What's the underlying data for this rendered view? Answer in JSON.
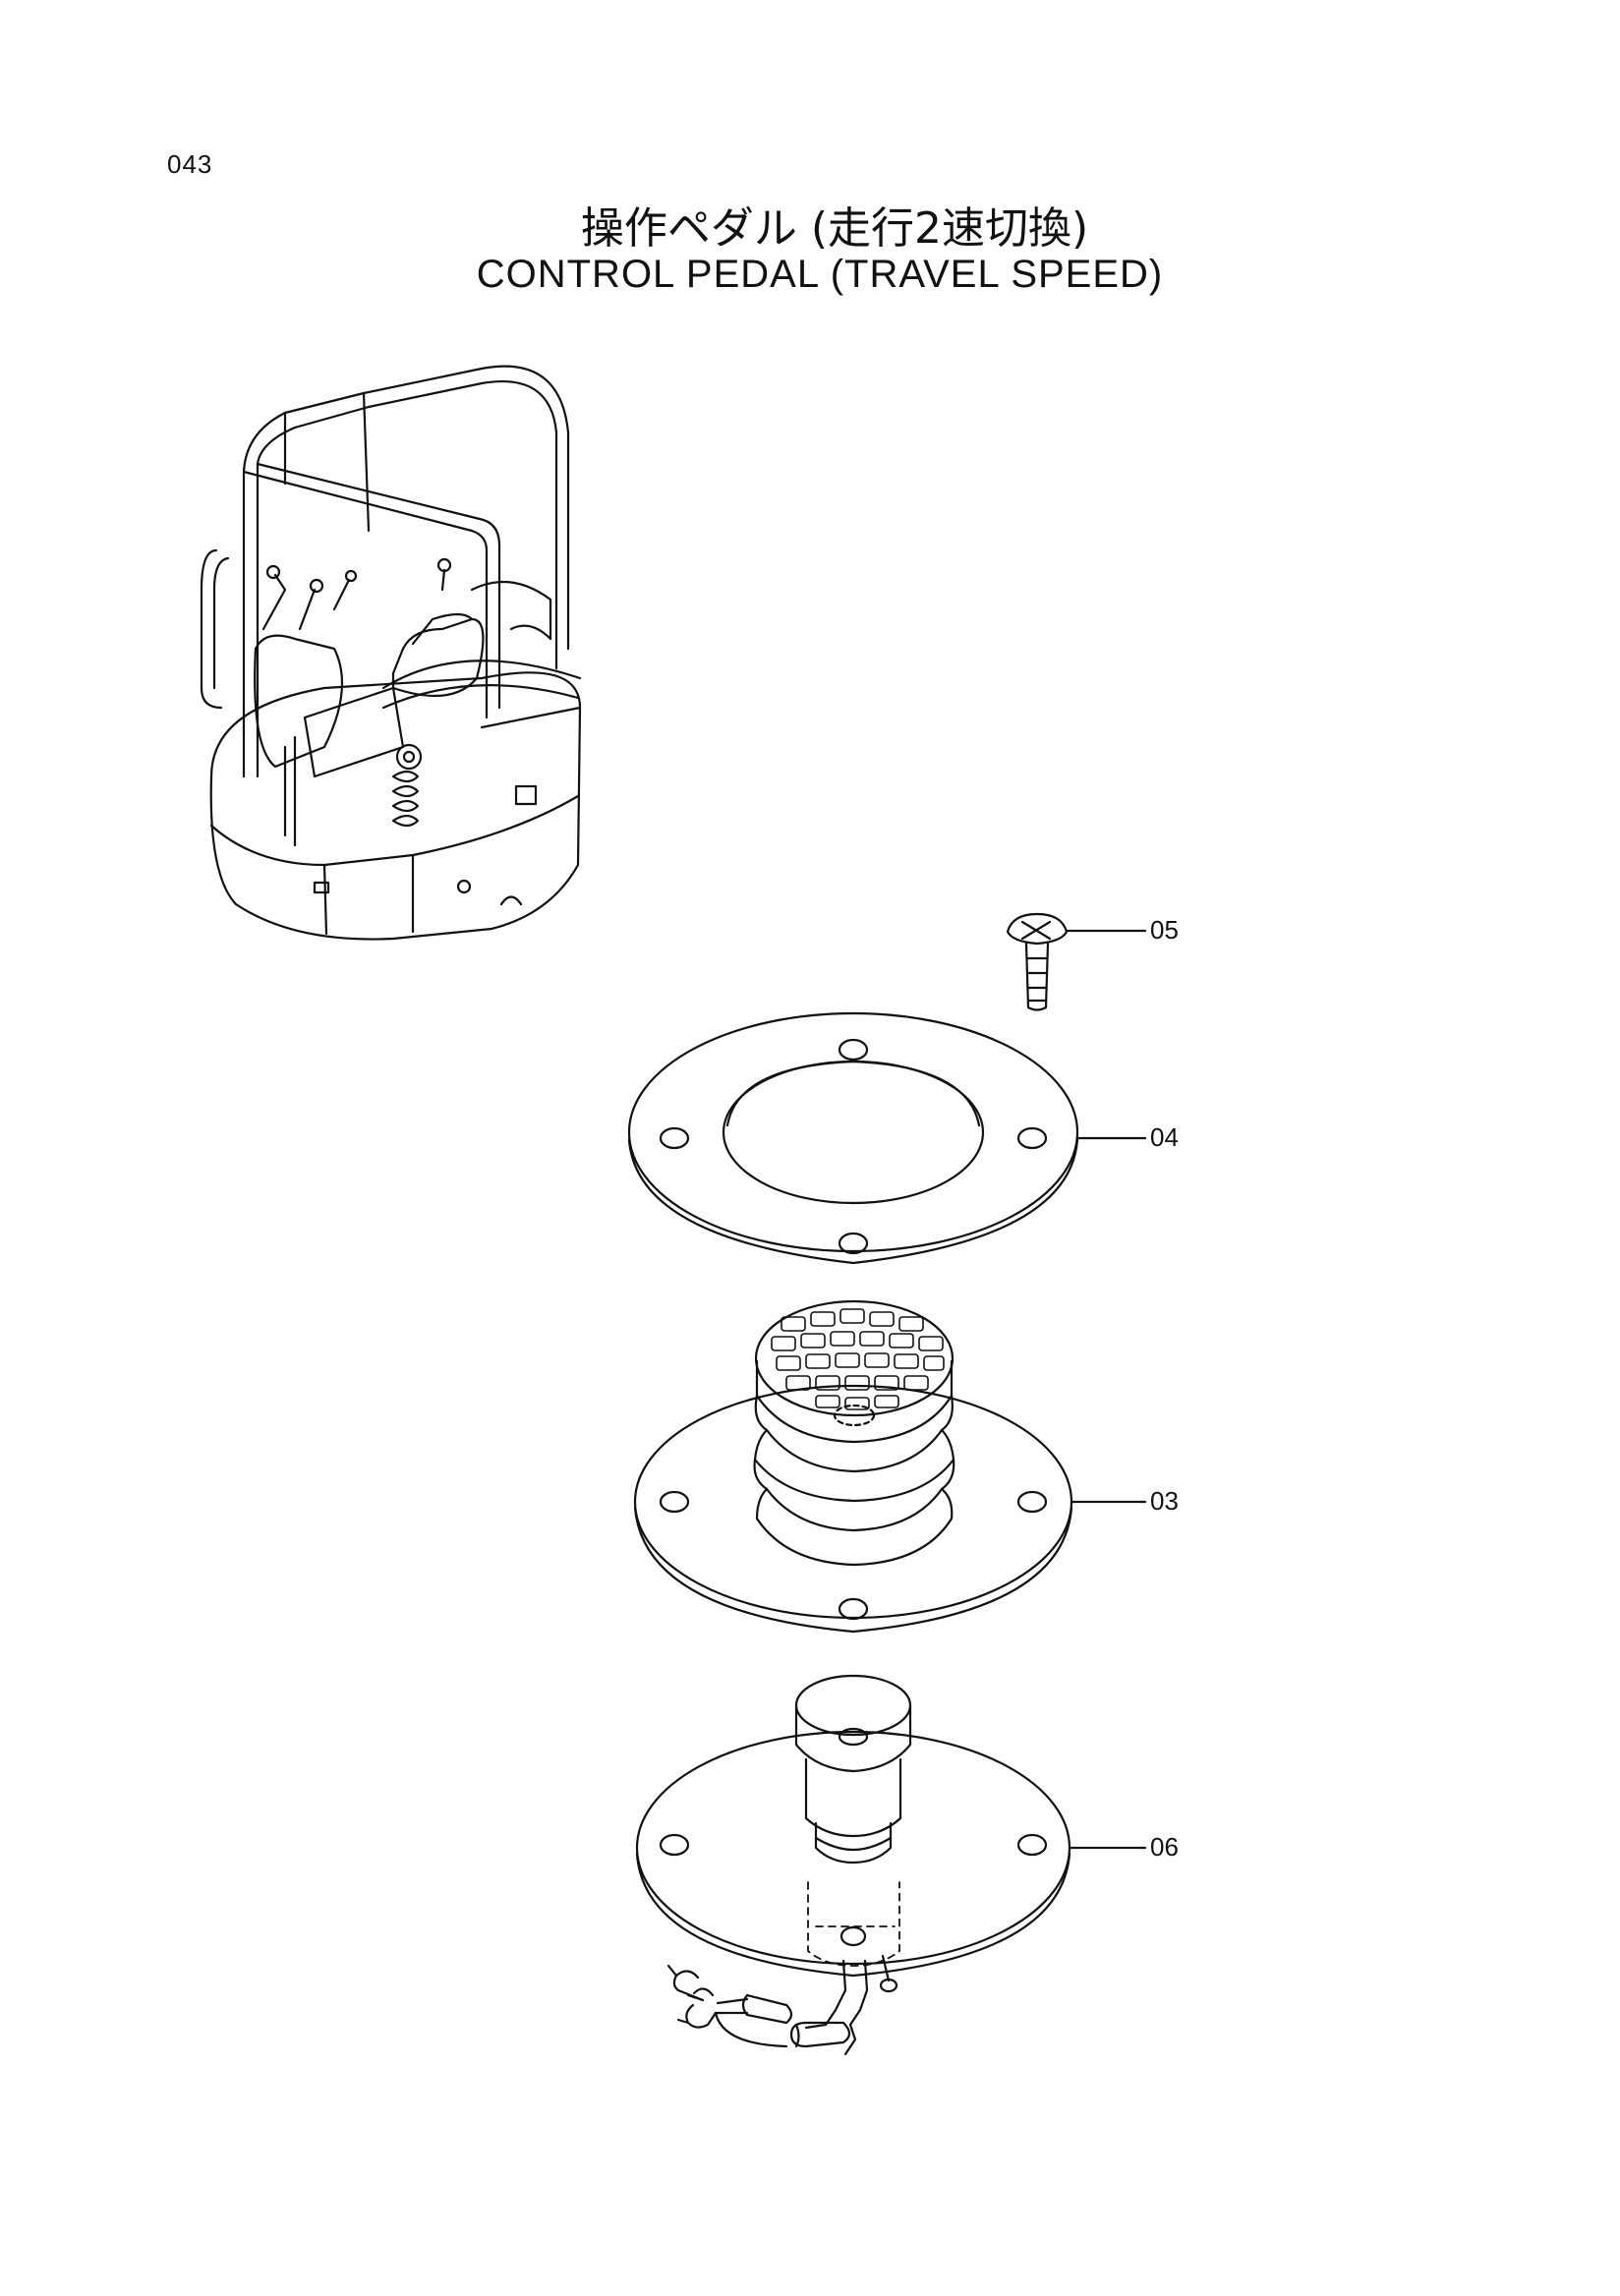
{
  "page": {
    "number": "043",
    "title_jp": "操作ペダル (走行2速切換)",
    "title_en": "CONTROL PEDAL (TRAVEL SPEED)"
  },
  "callouts": [
    {
      "id": "05",
      "label": "05"
    },
    {
      "id": "04",
      "label": "04"
    },
    {
      "id": "03",
      "label": "03"
    },
    {
      "id": "06",
      "label": "06"
    }
  ]
}
